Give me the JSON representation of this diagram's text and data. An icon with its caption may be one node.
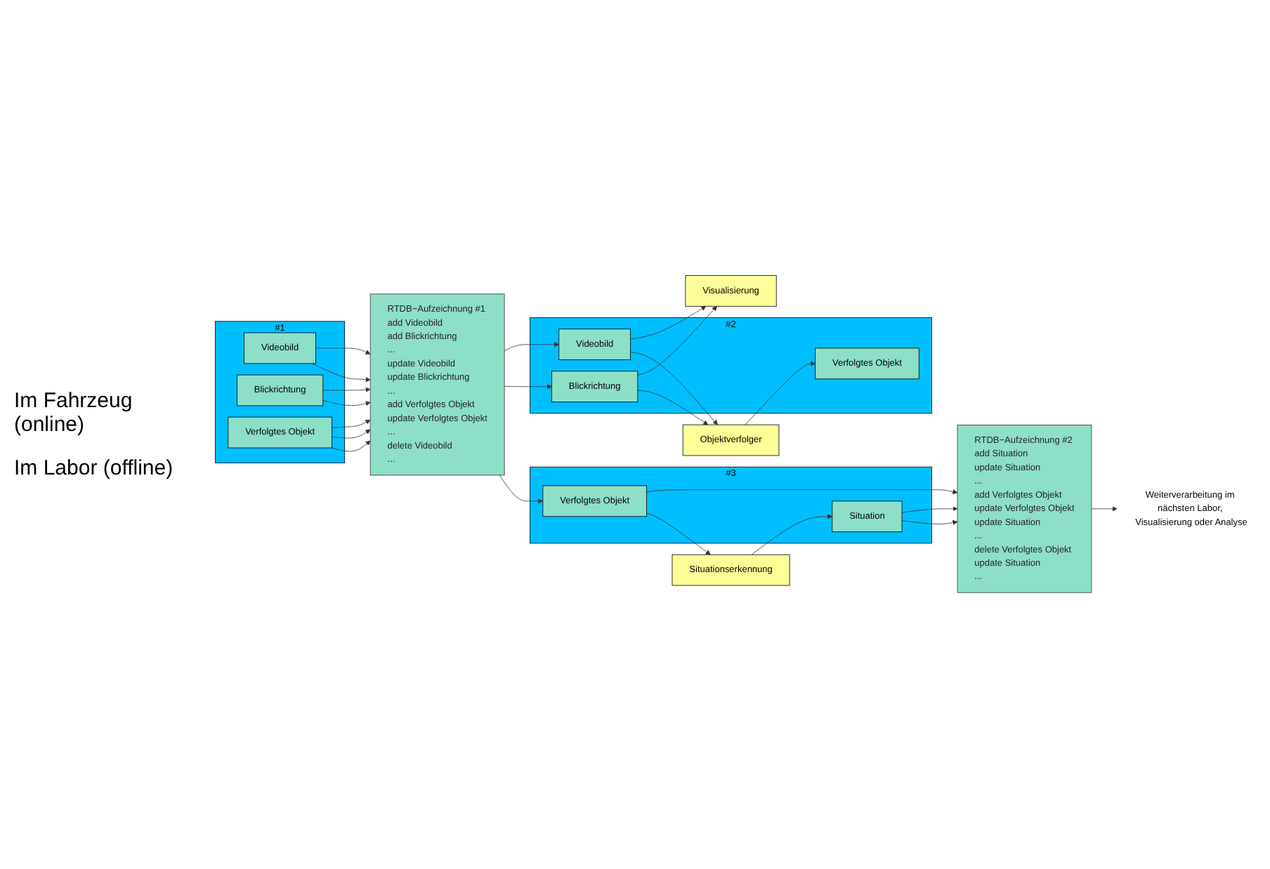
{
  "diagram": {
    "nodes": [
      {
        "text": [
          "Visualisierung"
        ]
      },
      {
        "text": [
          "#1"
        ]
      },
      {
        "text": [
          "Videobild"
        ],
        "in": 1
      },
      {
        "text": [
          "Blickrichtung"
        ],
        "in": 1
      },
      {
        "text": [
          "Verfolgtes Objekt"
        ],
        "in": 1
      },
      {
        "text": [
          "RTDB−Aufzeichnung #1",
          "add Videobild",
          "add Blickrichtung",
          "...",
          "update Videobild",
          "update Blickrichtung",
          "...",
          "add Verfolgtes Objekt",
          "update Verfolgtes Objekt",
          "...",
          "delete Videobild",
          "..."
        ]
      },
      {
        "text": [
          "#2"
        ]
      },
      {
        "text": [
          "Videobild"
        ],
        "in": 6
      },
      {
        "text": [
          "Blickrichtung"
        ],
        "in": 6
      },
      {
        "text": [
          "Verfolgtes Objekt"
        ],
        "in": 6
      },
      {
        "text": [
          "Objektverfolger"
        ]
      },
      {
        "text": [
          "Weiterverarbeitung im nächsten Labor, Visualisierung oder Analyse"
        ]
      },
      {
        "text": [
          "RTDB−Aufzeichnung #2",
          "add Situation",
          "update Situation",
          "...",
          "add Verfolgtes Objekt",
          "update Verfolgtes Objekt",
          "update Situation",
          "...",
          "delete Verfolgtes Objekt",
          "update Situation",
          "..."
        ]
      },
      {
        "text": [
          "#3"
        ]
      },
      {
        "text": [
          "Verfolgtes Objekt"
        ],
        "in": 13
      },
      {
        "text": [
          "Situation"
        ],
        "in": 13
      },
      {
        "text": [
          "Situationserkennung"
        ]
      }
    ],
    "edges": [
      {
        "from": 2,
        "to": 5,
        "arrow": "to"
      },
      {
        "from": 2,
        "to": 5,
        "arrow": "to"
      },
      {
        "from": 3,
        "to": 5,
        "arrow": "to"
      },
      {
        "from": 3,
        "to": 5,
        "arrow": "to"
      },
      {
        "from": 4,
        "to": 5,
        "arrow": "to"
      },
      {
        "from": 4,
        "to": 5,
        "arrow": "to"
      },
      {
        "from": 4,
        "to": 5,
        "arrow": "to"
      },
      {
        "from": 5,
        "to": 7,
        "arrow": "to"
      },
      {
        "from": 5,
        "to": 8,
        "arrow": "to"
      },
      {
        "from": 7,
        "to": 0,
        "arrow": "to"
      },
      {
        "from": 8,
        "to": 0,
        "arrow": "to"
      },
      {
        "from": 7,
        "to": 10,
        "arrow": "to"
      },
      {
        "from": 8,
        "to": 10,
        "arrow": "to"
      },
      {
        "from": 10,
        "to": 9,
        "arrow": "to"
      },
      {
        "from": 5,
        "to": 14,
        "arrow": "to"
      },
      {
        "from": 14,
        "to": 12,
        "arrow": "to"
      },
      {
        "from": 15,
        "to": 12,
        "arrow": "to"
      },
      {
        "from": 15,
        "to": 12,
        "arrow": "to"
      },
      {
        "from": 14,
        "to": 16,
        "arrow": "to"
      },
      {
        "from": 16,
        "to": 15,
        "arrow": "to"
      },
      {
        "from": 12,
        "to": 11,
        "arrow": "to"
      }
    ],
    "labels": [
      "Im Fahrzeug (online)",
      "Im Labor (offline)"
    ]
  }
}
